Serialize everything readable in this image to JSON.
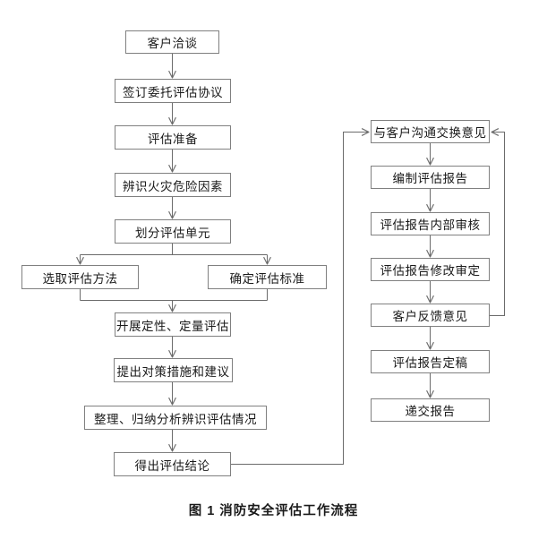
{
  "figure": {
    "caption": "图 1 消防安全评估工作流程"
  },
  "colors": {
    "background": "#ffffff",
    "box_border": "#808080",
    "connector": "#6b6b6b",
    "text": "#1a1a1a"
  },
  "flowchart": {
    "left_nodes": [
      {
        "id": "customer-negotiation",
        "label": "客户洽谈"
      },
      {
        "id": "sign-assessment-agreement",
        "label": "签订委托评估协议"
      },
      {
        "id": "assessment-preparation",
        "label": "评估准备"
      },
      {
        "id": "identify-fire-hazards",
        "label": "辨识火灾危险因素"
      },
      {
        "id": "divide-assessment-units",
        "label": "划分评估单元"
      },
      {
        "id": "select-assessment-method",
        "label": "选取评估方法"
      },
      {
        "id": "determine-assessment-criteria",
        "label": "确定评估标准"
      },
      {
        "id": "qualitative-quantitative-assessment",
        "label": "开展定性、定量评估"
      },
      {
        "id": "propose-countermeasures",
        "label": "提出对策措施和建议"
      },
      {
        "id": "organize-analyze-assessment",
        "label": "整理、归纳分析辨识评估情况"
      },
      {
        "id": "draw-assessment-conclusion",
        "label": "得出评估结论"
      }
    ],
    "right_nodes": [
      {
        "id": "communicate-with-customer",
        "label": "与客户沟通交换意见"
      },
      {
        "id": "prepare-assessment-report",
        "label": "编制评估报告"
      },
      {
        "id": "internal-report-review",
        "label": "评估报告内部审核"
      },
      {
        "id": "report-revision-approval",
        "label": "评估报告修改审定"
      },
      {
        "id": "customer-feedback",
        "label": "客户反馈意见"
      },
      {
        "id": "finalize-report",
        "label": "评估报告定稿"
      },
      {
        "id": "submit-report",
        "label": "递交报告"
      }
    ],
    "edges": [
      {
        "from": "客户洽谈",
        "to": "签订委托评估协议"
      },
      {
        "from": "签订委托评估协议",
        "to": "评估准备"
      },
      {
        "from": "评估准备",
        "to": "辨识火灾危险因素"
      },
      {
        "from": "辨识火灾危险因素",
        "to": "划分评估单元"
      },
      {
        "from": "划分评估单元",
        "to": "选取评估方法"
      },
      {
        "from": "划分评估单元",
        "to": "确定评估标准"
      },
      {
        "from": "选取评估方法",
        "to": "开展定性、定量评估"
      },
      {
        "from": "确定评估标准",
        "to": "开展定性、定量评估"
      },
      {
        "from": "开展定性、定量评估",
        "to": "提出对策措施和建议"
      },
      {
        "from": "提出对策措施和建议",
        "to": "整理、归纳分析辨识评估情况"
      },
      {
        "from": "整理、归纳分析辨识评估情况",
        "to": "得出评估结论"
      },
      {
        "from": "得出评估结论",
        "to": "与客户沟通交换意见"
      },
      {
        "from": "与客户沟通交换意见",
        "to": "编制评估报告"
      },
      {
        "from": "编制评估报告",
        "to": "评估报告内部审核"
      },
      {
        "from": "评估报告内部审核",
        "to": "评估报告修改审定"
      },
      {
        "from": "评估报告修改审定",
        "to": "客户反馈意见"
      },
      {
        "from": "客户反馈意见",
        "to": "与客户沟通交换意见"
      },
      {
        "from": "客户反馈意见",
        "to": "评估报告定稿"
      },
      {
        "from": "评估报告定稿",
        "to": "递交报告"
      }
    ]
  }
}
